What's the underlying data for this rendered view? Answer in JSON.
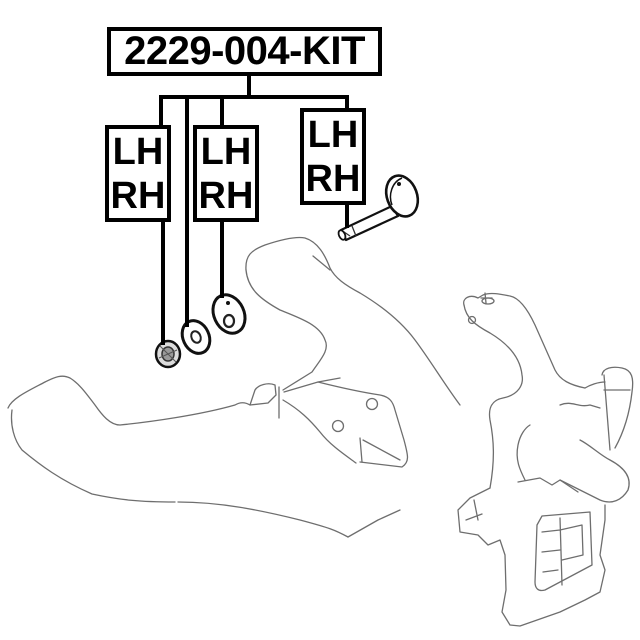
{
  "title": "2229-004-KIT",
  "callouts": [
    {
      "id": "nut",
      "line1": "LH",
      "line2": "RH"
    },
    {
      "id": "eccentric-washer",
      "line1": "LH",
      "line2": "RH"
    },
    {
      "id": "cam-bolt",
      "line1": "LH",
      "line2": "RH"
    }
  ],
  "parts": [
    "nut",
    "flat-washer",
    "eccentric-washer",
    "cam-bolt",
    "lower-control-arm",
    "steering-knuckle"
  ],
  "colors": {
    "ink": "#000000",
    "line_art": "#6e6e6e",
    "background": "#ffffff"
  }
}
